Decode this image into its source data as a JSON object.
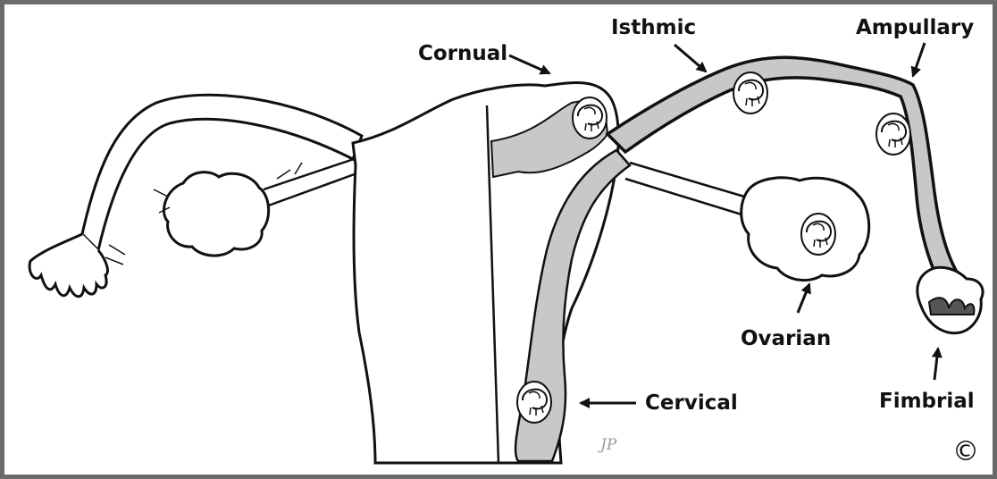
{
  "labels": {
    "cornual": "Cornual",
    "isthmic": "Isthmic",
    "ampullary": "Ampullary",
    "ovarian": "Ovarian",
    "cervical": "Cervical",
    "fimbrial": "Fimbrial"
  },
  "initials": "JP",
  "copyright_symbol": "©",
  "colors": {
    "outline": "#111111",
    "shade": "#c8c8c8",
    "frame": "#6b6b6b",
    "background": "#ffffff"
  }
}
